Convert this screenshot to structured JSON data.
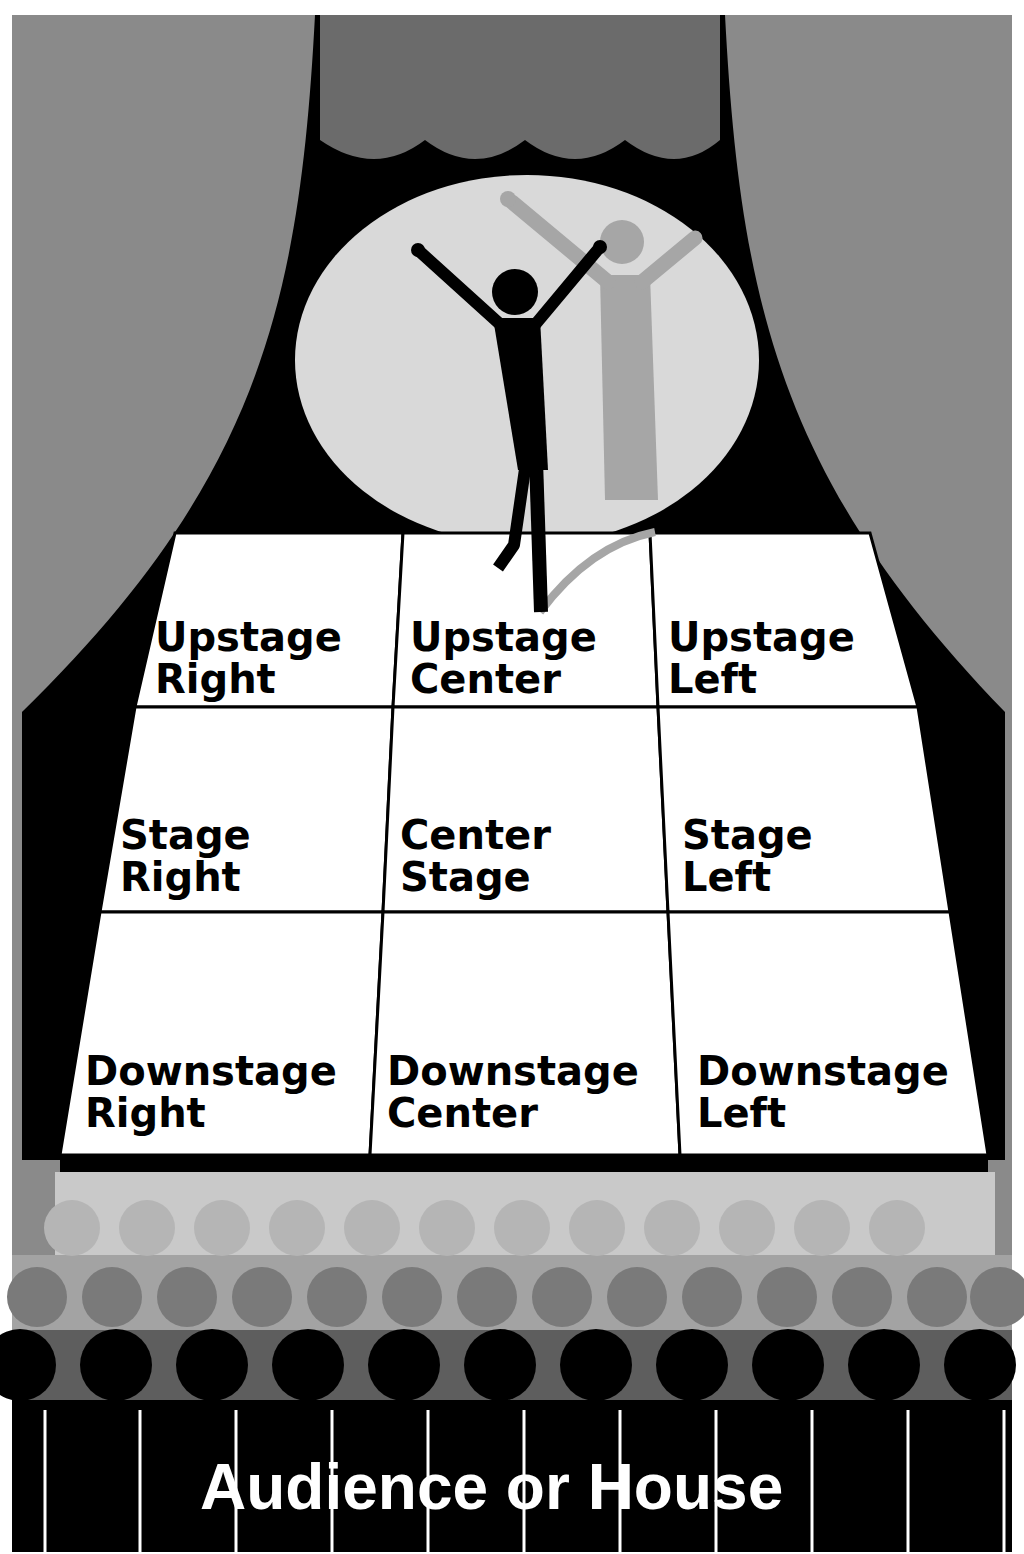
{
  "diagram": {
    "nodes": [
      {
        "text": [
          "Upstage Right"
        ]
      },
      {
        "text": [
          "Upstage Center"
        ]
      },
      {
        "text": [
          "Upstage Left"
        ]
      },
      {
        "text": [
          "Stage Right"
        ]
      },
      {
        "text": [
          "Center Stage"
        ]
      },
      {
        "text": [
          "Stage Left"
        ]
      },
      {
        "text": [
          "Downstage Right"
        ]
      },
      {
        "text": [
          "Downstage Center"
        ]
      },
      {
        "text": [
          "Downstage Left"
        ]
      }
    ],
    "labels": [
      "Audience or House"
    ]
  }
}
